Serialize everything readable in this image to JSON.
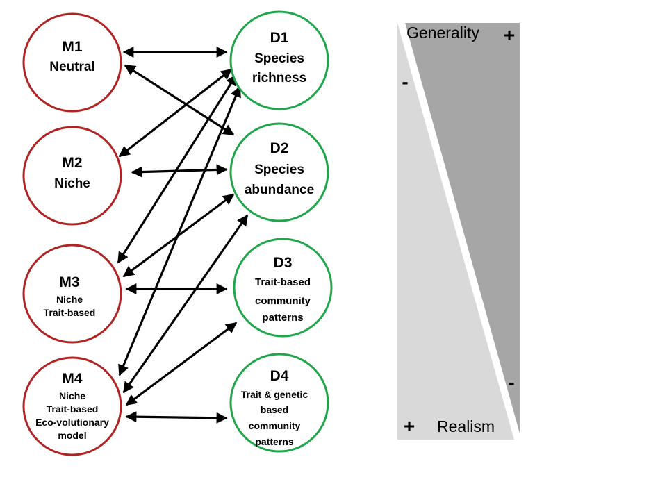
{
  "colors": {
    "model_border": "#b22222",
    "data_border": "#1fa64a",
    "arrow": "#000000",
    "scale_dark": "#a6a6a6",
    "scale_light": "#d9d9d9"
  },
  "models": [
    {
      "id": "M1",
      "lines": [
        "Neutral"
      ]
    },
    {
      "id": "M2",
      "lines": [
        "Niche"
      ]
    },
    {
      "id": "M3",
      "lines": [
        "Niche",
        "Trait-based"
      ]
    },
    {
      "id": "M4",
      "lines": [
        "Niche",
        "Trait-based",
        "Eco-volutionary",
        "model"
      ]
    }
  ],
  "data_patterns": [
    {
      "id": "D1",
      "lines": [
        "Species",
        "richness"
      ]
    },
    {
      "id": "D2",
      "lines": [
        "Species",
        "abundance"
      ]
    },
    {
      "id": "D3",
      "lines": [
        "Trait-based",
        "community",
        "patterns"
      ]
    },
    {
      "id": "D4",
      "lines": [
        "Trait & genetic",
        "based",
        "community",
        "patterns"
      ]
    }
  ],
  "links": [
    [
      "M1",
      "D1"
    ],
    [
      "M1",
      "D2"
    ],
    [
      "M2",
      "D1"
    ],
    [
      "M2",
      "D2"
    ],
    [
      "M3",
      "D1"
    ],
    [
      "M3",
      "D2"
    ],
    [
      "M3",
      "D3"
    ],
    [
      "M4",
      "D1"
    ],
    [
      "M4",
      "D2"
    ],
    [
      "M4",
      "D3"
    ],
    [
      "M4",
      "D4"
    ]
  ],
  "scale": {
    "generality_label": "Generality",
    "generality_plus": "+",
    "generality_minus": "-",
    "realism_label": "Realism",
    "realism_plus": "+",
    "realism_minus": "-"
  }
}
